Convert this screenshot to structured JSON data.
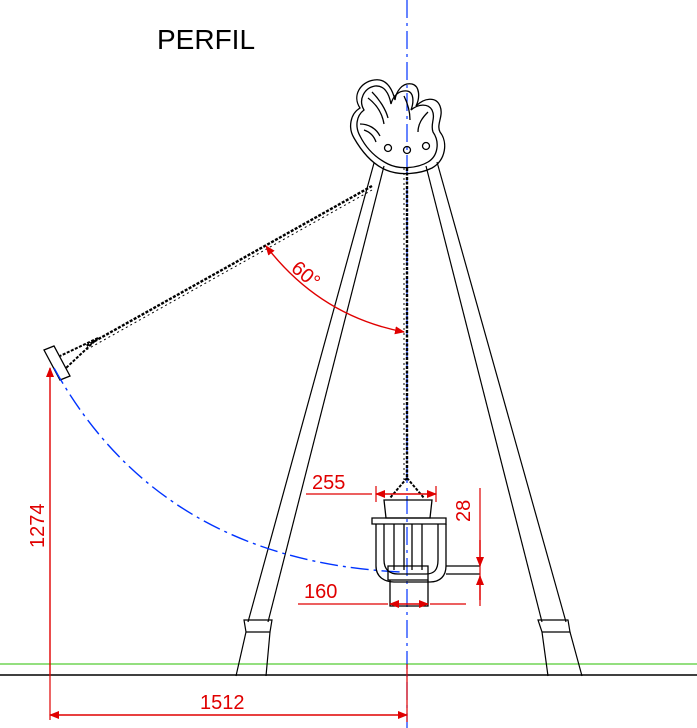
{
  "title": "PERFIL",
  "dimensions": {
    "swing_angle": "60°",
    "seat_width": "255",
    "seat_drop": "28",
    "seat_clearance": "160",
    "height_at_max_swing": "1274",
    "horizontal_reach": "1512"
  },
  "colors": {
    "outline": "#000000",
    "dimension": "#e00000",
    "centerline": "#0033ff",
    "ground": "#55cc33"
  }
}
